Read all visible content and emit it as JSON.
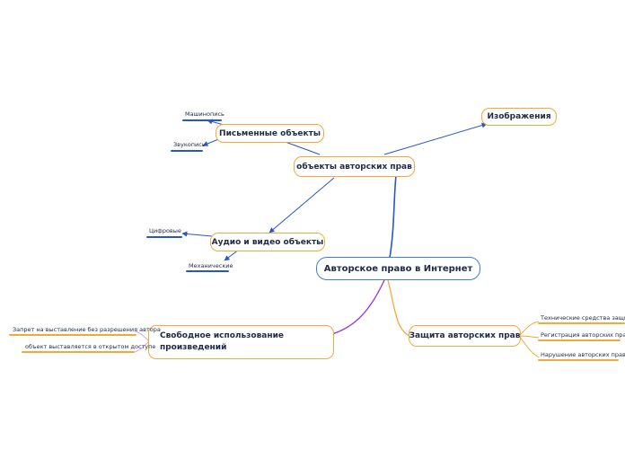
{
  "colors": {
    "root_border": "#3b7fd0",
    "node_border": "#f2a93b",
    "blue_link": "#2756c5",
    "orange_link": "#f2a93b",
    "purple_link": "#9a33d6",
    "text": "#1f2a44"
  },
  "root": {
    "label": "Авторское право в Интернет"
  },
  "branches": {
    "objects": {
      "label": "объекты авторских прав",
      "written": {
        "label": "Письменные объекты",
        "leaves": [
          "Машинопись",
          "Звукопись"
        ]
      },
      "av": {
        "label": "Аудио и видео объекты",
        "leaves": [
          "Цифровые",
          "Механические"
        ]
      }
    },
    "images": {
      "label": "Изображения"
    },
    "protection": {
      "label": "Защита авторских прав",
      "leaves": [
        "Технические средства защиты",
        "Регистрация авторских прав",
        "Нарушение авторских прав"
      ]
    },
    "free_use": {
      "label": "Свободное использование произведений",
      "leaves": [
        "Запрет на выставление без разрешения автора",
        "объект выставляется в открытом доступе"
      ]
    }
  }
}
